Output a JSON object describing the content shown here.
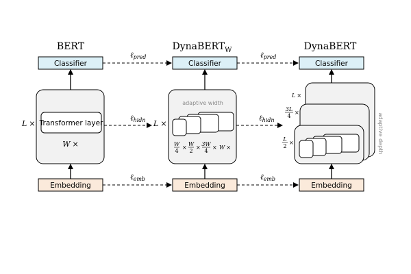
{
  "columns": {
    "bert": {
      "title": "BERT"
    },
    "dynabert_w": {
      "title": "DynaBERT",
      "title_sub": "W"
    },
    "dynabert": {
      "title": "DynaBERT"
    }
  },
  "boxes": {
    "classifier": "Classifier",
    "embedding": "Embedding",
    "transformer_layer": "Transformer layer"
  },
  "multipliers": {
    "layer_count": "L",
    "width": "W",
    "times": "×"
  },
  "losses": {
    "symbol": "ℓ",
    "pred": "pred",
    "hidn": "hidn",
    "emb": "emb"
  },
  "width_fractions": {
    "quarter_num": "W",
    "quarter_den": "4",
    "half_num": "W",
    "half_den": "2",
    "three_quarter_num": "3W",
    "three_quarter_den": "4",
    "full": "W"
  },
  "depth_fractions": {
    "full": "L",
    "three_quarter_num": "3L",
    "three_quarter_den": "4",
    "half_num": "L",
    "half_den": "2"
  },
  "annotations": {
    "adaptive_width": "adaptive width",
    "adaptive_depth": "adaptive depth"
  },
  "colors": {
    "classifier_fill": "#dcf0f7",
    "embedding_fill": "#fbeadb",
    "panel_fill": "#f2f2f2",
    "stroke": "#000000",
    "note_text": "#8a8a8a"
  }
}
